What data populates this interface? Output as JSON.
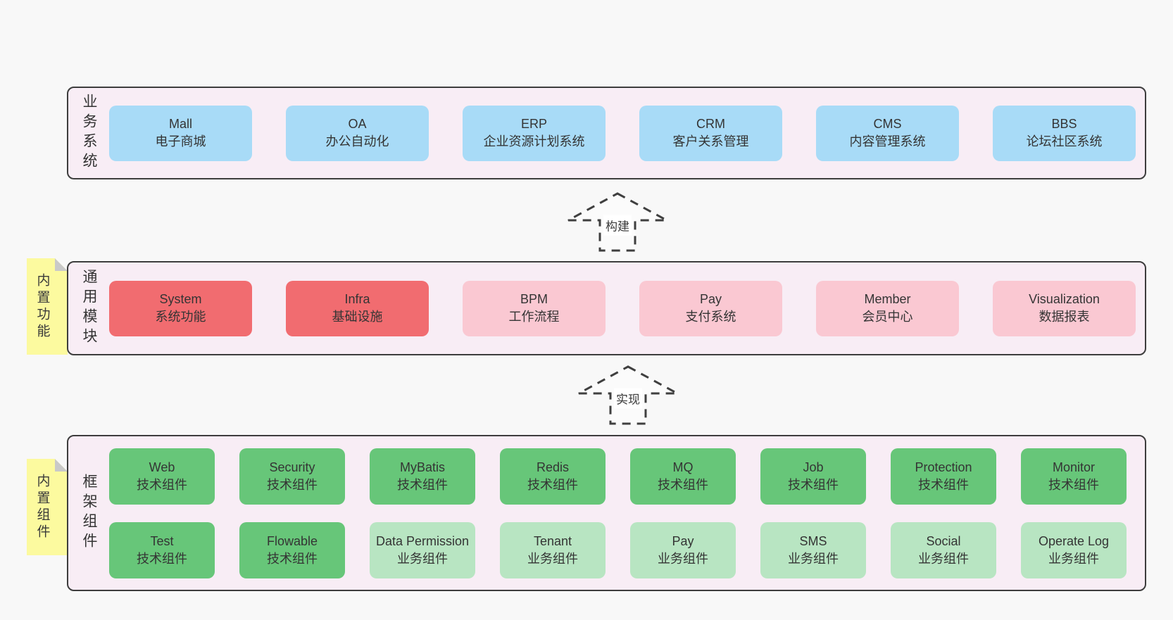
{
  "palette": {
    "page_bg": "#f8f8f8",
    "layer_bg": "#f8edf5",
    "layer_border": "#3d3d3d",
    "blue": "#a8dbf7",
    "red": "#f16c70",
    "pink": "#fac8d2",
    "green": "#67c679",
    "lightgreen": "#b8e5c2",
    "note_yellow": "#fcfa9f",
    "note_fold_gray": "#c9c9c9"
  },
  "arrows": [
    {
      "label": "构建"
    },
    {
      "label": "实现"
    }
  ],
  "layers": [
    {
      "id": "business-systems",
      "label": "业务系统",
      "boxes": [
        {
          "name": "Mall",
          "desc": "电子商城",
          "variant": "blue"
        },
        {
          "name": "OA",
          "desc": "办公自动化",
          "variant": "blue"
        },
        {
          "name": "ERP",
          "desc": "企业资源计划系统",
          "variant": "blue"
        },
        {
          "name": "CRM",
          "desc": "客户关系管理",
          "variant": "blue"
        },
        {
          "name": "CMS",
          "desc": "内容管理系统",
          "variant": "blue"
        },
        {
          "name": "BBS",
          "desc": "论坛社区系统",
          "variant": "blue"
        }
      ]
    },
    {
      "id": "common-modules",
      "label": "通用模块",
      "note": "内置功能",
      "boxes": [
        {
          "name": "System",
          "desc": "系统功能",
          "variant": "red"
        },
        {
          "name": "Infra",
          "desc": "基础设施",
          "variant": "red"
        },
        {
          "name": "BPM",
          "desc": "工作流程",
          "variant": "pink"
        },
        {
          "name": "Pay",
          "desc": "支付系统",
          "variant": "pink"
        },
        {
          "name": "Member",
          "desc": "会员中心",
          "variant": "pink"
        },
        {
          "name": "Visualization",
          "desc": "数据报表",
          "variant": "pink"
        }
      ]
    },
    {
      "id": "framework-components",
      "label": "框架组件",
      "note": "内置组件",
      "boxes": [
        {
          "name": "Web",
          "desc": "技术组件",
          "variant": "green"
        },
        {
          "name": "Security",
          "desc": "技术组件",
          "variant": "green"
        },
        {
          "name": "MyBatis",
          "desc": "技术组件",
          "variant": "green"
        },
        {
          "name": "Redis",
          "desc": "技术组件",
          "variant": "green"
        },
        {
          "name": "MQ",
          "desc": "技术组件",
          "variant": "green"
        },
        {
          "name": "Job",
          "desc": "技术组件",
          "variant": "green"
        },
        {
          "name": "Protection",
          "desc": "技术组件",
          "variant": "green"
        },
        {
          "name": "Monitor",
          "desc": "技术组件",
          "variant": "green"
        },
        {
          "name": "Test",
          "desc": "技术组件",
          "variant": "green"
        },
        {
          "name": "Flowable",
          "desc": "技术组件",
          "variant": "green"
        },
        {
          "name": "Data Permission",
          "desc": "业务组件",
          "variant": "lightgreen"
        },
        {
          "name": "Tenant",
          "desc": "业务组件",
          "variant": "lightgreen"
        },
        {
          "name": "Pay",
          "desc": "业务组件",
          "variant": "lightgreen"
        },
        {
          "name": "SMS",
          "desc": "业务组件",
          "variant": "lightgreen"
        },
        {
          "name": "Social",
          "desc": "业务组件",
          "variant": "lightgreen"
        },
        {
          "name": "Operate Log",
          "desc": "业务组件",
          "variant": "lightgreen"
        }
      ]
    }
  ]
}
